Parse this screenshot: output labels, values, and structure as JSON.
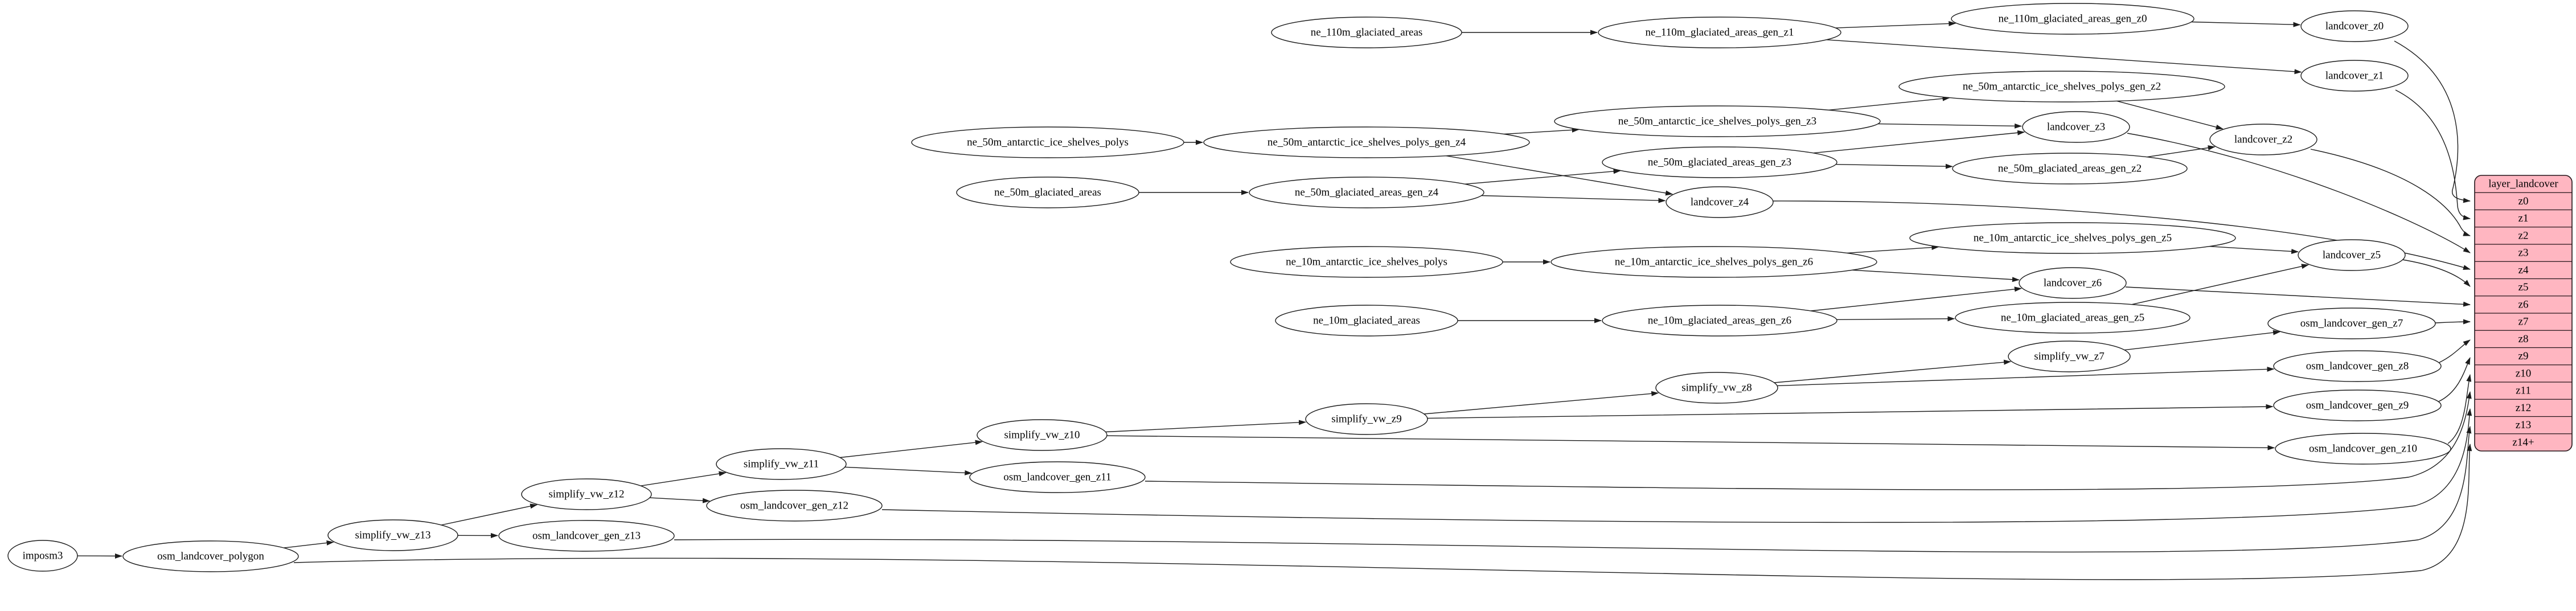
{
  "diagram": {
    "kind": "graphviz-pipeline",
    "colors": {
      "background": "#ffffff",
      "node_fill": "#ffffff",
      "node_stroke": "#1c1c1c",
      "edge": "#1c1c1c",
      "text": "#000000",
      "table_fill": "#ffb6c1",
      "table_stroke": "#231418"
    },
    "nodes": [
      {
        "id": "imposm3",
        "label": "imposm3"
      },
      {
        "id": "osm_landcover_polygon",
        "label": "osm_landcover_polygon"
      },
      {
        "id": "simplify_vw_z13",
        "label": "simplify_vw_z13"
      },
      {
        "id": "osm_landcover_gen_z13",
        "label": "osm_landcover_gen_z13"
      },
      {
        "id": "simplify_vw_z12",
        "label": "simplify_vw_z12"
      },
      {
        "id": "osm_landcover_gen_z12",
        "label": "osm_landcover_gen_z12"
      },
      {
        "id": "simplify_vw_z11",
        "label": "simplify_vw_z11"
      },
      {
        "id": "osm_landcover_gen_z11",
        "label": "osm_landcover_gen_z11"
      },
      {
        "id": "simplify_vw_z10",
        "label": "simplify_vw_z10"
      },
      {
        "id": "simplify_vw_z9",
        "label": "simplify_vw_z9"
      },
      {
        "id": "simplify_vw_z8",
        "label": "simplify_vw_z8"
      },
      {
        "id": "simplify_vw_z7",
        "label": "simplify_vw_z7"
      },
      {
        "id": "osm_landcover_gen_z7",
        "label": "osm_landcover_gen_z7"
      },
      {
        "id": "osm_landcover_gen_z8",
        "label": "osm_landcover_gen_z8"
      },
      {
        "id": "osm_landcover_gen_z9",
        "label": "osm_landcover_gen_z9"
      },
      {
        "id": "osm_landcover_gen_z10",
        "label": "osm_landcover_gen_z10"
      },
      {
        "id": "ne_110m_glaciated_areas",
        "label": "ne_110m_glaciated_areas"
      },
      {
        "id": "ne_110m_glaciated_areas_gen_z1",
        "label": "ne_110m_glaciated_areas_gen_z1"
      },
      {
        "id": "ne_110m_glaciated_areas_gen_z0",
        "label": "ne_110m_glaciated_areas_gen_z0"
      },
      {
        "id": "landcover_z0",
        "label": "landcover_z0"
      },
      {
        "id": "landcover_z1",
        "label": "landcover_z1"
      },
      {
        "id": "ne_50m_antarctic_ice_shelves_polys",
        "label": "ne_50m_antarctic_ice_shelves_polys"
      },
      {
        "id": "ne_50m_antarctic_ice_shelves_polys_gen_z4",
        "label": "ne_50m_antarctic_ice_shelves_polys_gen_z4"
      },
      {
        "id": "ne_50m_antarctic_ice_shelves_polys_gen_z3",
        "label": "ne_50m_antarctic_ice_shelves_polys_gen_z3"
      },
      {
        "id": "ne_50m_antarctic_ice_shelves_polys_gen_z2",
        "label": "ne_50m_antarctic_ice_shelves_polys_gen_z2"
      },
      {
        "id": "ne_50m_glaciated_areas",
        "label": "ne_50m_glaciated_areas"
      },
      {
        "id": "ne_50m_glaciated_areas_gen_z4",
        "label": "ne_50m_glaciated_areas_gen_z4"
      },
      {
        "id": "ne_50m_glaciated_areas_gen_z3",
        "label": "ne_50m_glaciated_areas_gen_z3"
      },
      {
        "id": "ne_50m_glaciated_areas_gen_z2",
        "label": "ne_50m_glaciated_areas_gen_z2"
      },
      {
        "id": "landcover_z2",
        "label": "landcover_z2"
      },
      {
        "id": "landcover_z3",
        "label": "landcover_z3"
      },
      {
        "id": "landcover_z4",
        "label": "landcover_z4"
      },
      {
        "id": "ne_10m_antarctic_ice_shelves_polys",
        "label": "ne_10m_antarctic_ice_shelves_polys"
      },
      {
        "id": "ne_10m_antarctic_ice_shelves_polys_gen_z6",
        "label": "ne_10m_antarctic_ice_shelves_polys_gen_z6"
      },
      {
        "id": "ne_10m_antarctic_ice_shelves_polys_gen_z5",
        "label": "ne_10m_antarctic_ice_shelves_polys_gen_z5"
      },
      {
        "id": "ne_10m_glaciated_areas",
        "label": "ne_10m_glaciated_areas"
      },
      {
        "id": "ne_10m_glaciated_areas_gen_z6",
        "label": "ne_10m_glaciated_areas_gen_z6"
      },
      {
        "id": "ne_10m_glaciated_areas_gen_z5",
        "label": "ne_10m_glaciated_areas_gen_z5"
      },
      {
        "id": "landcover_z5",
        "label": "landcover_z5"
      },
      {
        "id": "landcover_z6",
        "label": "landcover_z6"
      }
    ],
    "edges": [
      [
        "imposm3",
        "osm_landcover_polygon"
      ],
      [
        "osm_landcover_polygon",
        "simplify_vw_z13"
      ],
      [
        "osm_landcover_polygon",
        "layer_landcover:z14+"
      ],
      [
        "simplify_vw_z13",
        "simplify_vw_z12"
      ],
      [
        "simplify_vw_z13",
        "osm_landcover_gen_z13"
      ],
      [
        "osm_landcover_gen_z13",
        "layer_landcover:z13"
      ],
      [
        "simplify_vw_z12",
        "simplify_vw_z11"
      ],
      [
        "simplify_vw_z12",
        "osm_landcover_gen_z12"
      ],
      [
        "osm_landcover_gen_z12",
        "layer_landcover:z12"
      ],
      [
        "simplify_vw_z11",
        "simplify_vw_z10"
      ],
      [
        "simplify_vw_z11",
        "osm_landcover_gen_z11"
      ],
      [
        "osm_landcover_gen_z11",
        "layer_landcover:z11"
      ],
      [
        "simplify_vw_z10",
        "simplify_vw_z9"
      ],
      [
        "simplify_vw_z10",
        "osm_landcover_gen_z10"
      ],
      [
        "osm_landcover_gen_z10",
        "layer_landcover:z10"
      ],
      [
        "simplify_vw_z9",
        "simplify_vw_z8"
      ],
      [
        "simplify_vw_z9",
        "osm_landcover_gen_z9"
      ],
      [
        "osm_landcover_gen_z9",
        "layer_landcover:z9"
      ],
      [
        "simplify_vw_z8",
        "simplify_vw_z7"
      ],
      [
        "simplify_vw_z8",
        "osm_landcover_gen_z8"
      ],
      [
        "osm_landcover_gen_z8",
        "layer_landcover:z8"
      ],
      [
        "simplify_vw_z7",
        "osm_landcover_gen_z7"
      ],
      [
        "osm_landcover_gen_z7",
        "layer_landcover:z7"
      ],
      [
        "ne_110m_glaciated_areas",
        "ne_110m_glaciated_areas_gen_z1"
      ],
      [
        "ne_110m_glaciated_areas_gen_z1",
        "ne_110m_glaciated_areas_gen_z0"
      ],
      [
        "ne_110m_glaciated_areas_gen_z1",
        "landcover_z1"
      ],
      [
        "ne_110m_glaciated_areas_gen_z0",
        "landcover_z0"
      ],
      [
        "landcover_z0",
        "layer_landcover:z0"
      ],
      [
        "landcover_z1",
        "layer_landcover:z1"
      ],
      [
        "ne_50m_antarctic_ice_shelves_polys",
        "ne_50m_antarctic_ice_shelves_polys_gen_z4"
      ],
      [
        "ne_50m_antarctic_ice_shelves_polys_gen_z4",
        "ne_50m_antarctic_ice_shelves_polys_gen_z3"
      ],
      [
        "ne_50m_antarctic_ice_shelves_polys_gen_z4",
        "landcover_z4"
      ],
      [
        "ne_50m_antarctic_ice_shelves_polys_gen_z3",
        "ne_50m_antarctic_ice_shelves_polys_gen_z2"
      ],
      [
        "ne_50m_antarctic_ice_shelves_polys_gen_z3",
        "landcover_z3"
      ],
      [
        "ne_50m_antarctic_ice_shelves_polys_gen_z2",
        "landcover_z2"
      ],
      [
        "ne_50m_glaciated_areas",
        "ne_50m_glaciated_areas_gen_z4"
      ],
      [
        "ne_50m_glaciated_areas_gen_z4",
        "ne_50m_glaciated_areas_gen_z3"
      ],
      [
        "ne_50m_glaciated_areas_gen_z4",
        "landcover_z4"
      ],
      [
        "ne_50m_glaciated_areas_gen_z3",
        "ne_50m_glaciated_areas_gen_z2"
      ],
      [
        "ne_50m_glaciated_areas_gen_z3",
        "landcover_z3"
      ],
      [
        "ne_50m_glaciated_areas_gen_z2",
        "landcover_z2"
      ],
      [
        "landcover_z2",
        "layer_landcover:z2"
      ],
      [
        "landcover_z3",
        "layer_landcover:z3"
      ],
      [
        "landcover_z4",
        "layer_landcover:z4"
      ],
      [
        "ne_10m_antarctic_ice_shelves_polys",
        "ne_10m_antarctic_ice_shelves_polys_gen_z6"
      ],
      [
        "ne_10m_antarctic_ice_shelves_polys_gen_z6",
        "ne_10m_antarctic_ice_shelves_polys_gen_z5"
      ],
      [
        "ne_10m_antarctic_ice_shelves_polys_gen_z6",
        "landcover_z6"
      ],
      [
        "ne_10m_antarctic_ice_shelves_polys_gen_z5",
        "landcover_z5"
      ],
      [
        "ne_10m_glaciated_areas",
        "ne_10m_glaciated_areas_gen_z6"
      ],
      [
        "ne_10m_glaciated_areas_gen_z6",
        "ne_10m_glaciated_areas_gen_z5"
      ],
      [
        "ne_10m_glaciated_areas_gen_z6",
        "landcover_z6"
      ],
      [
        "ne_10m_glaciated_areas_gen_z5",
        "landcover_z5"
      ],
      [
        "landcover_z5",
        "layer_landcover:z5"
      ],
      [
        "landcover_z6",
        "layer_landcover:z6"
      ]
    ],
    "table": {
      "title": "layer_landcover",
      "rows": [
        "z0",
        "z1",
        "z2",
        "z3",
        "z4",
        "z5",
        "z6",
        "z7",
        "z8",
        "z9",
        "z10",
        "z11",
        "z12",
        "z13",
        "z14+"
      ]
    }
  }
}
